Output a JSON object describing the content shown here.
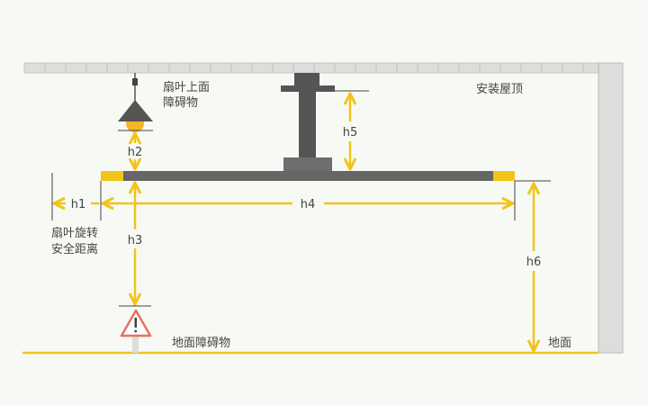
{
  "labels": {
    "ceiling": "安装屋顶",
    "upper_obstacle_line1": "扇叶上面",
    "upper_obstacle_line2": "障碍物",
    "safety_line1": "扇叶旋转",
    "safety_line2": "安全距离",
    "ground_obstacle": "地面障碍物",
    "ground": "地面"
  },
  "dimensions": {
    "h1": "h1",
    "h2": "h2",
    "h3": "h3",
    "h4": "h4",
    "h5": "h5",
    "h6": "h6"
  },
  "colors": {
    "accent": "#f2c419",
    "fan": "#666666",
    "warning": "#e8705f"
  }
}
